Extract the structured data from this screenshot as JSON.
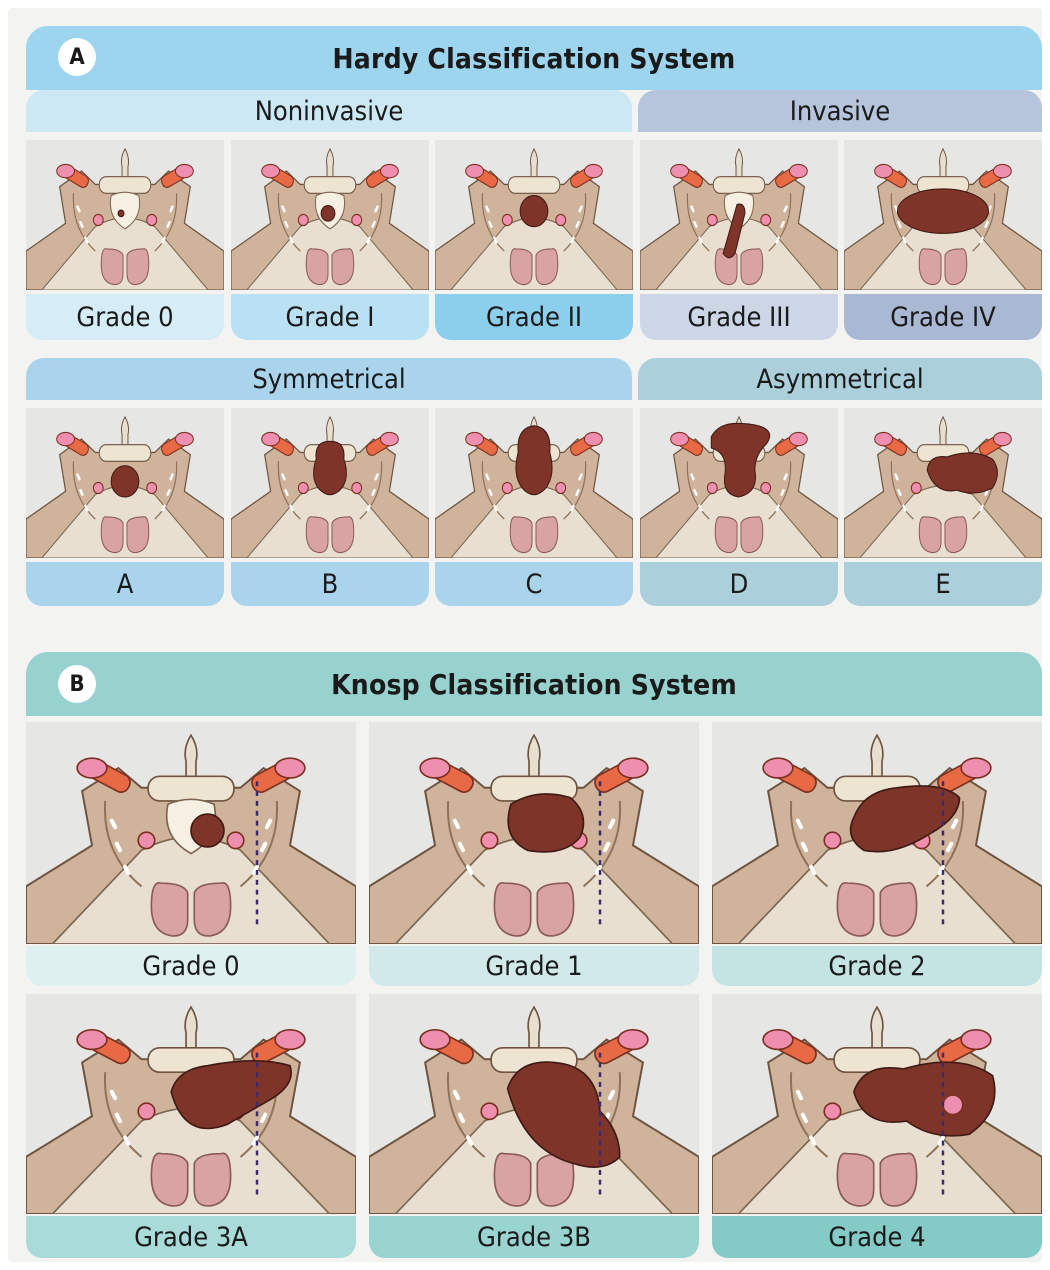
{
  "colors": {
    "hardy_banner": "#9dd4ee",
    "knosp_banner": "#97d2cf",
    "noninvasive": "#cde8f5",
    "invasive": "#b7c5dc",
    "symmetrical": "#aad4ec",
    "asymmetrical": "#abcfdb",
    "tumor": "#7e3428",
    "bone": "#cfb39b",
    "sinus": "#e8dfd0",
    "artery": "#e86a45"
  },
  "hardy": {
    "badge": "A",
    "title": "Hardy Classification System",
    "groups": [
      "Noninvasive",
      "Invasive",
      "Symmetrical",
      "Asymmetrical"
    ],
    "grades": [
      {
        "label": "Grade 0",
        "type": "g0"
      },
      {
        "label": "Grade I",
        "type": "g1"
      },
      {
        "label": "Grade II",
        "type": "g2"
      },
      {
        "label": "Grade III",
        "type": "g3"
      },
      {
        "label": "Grade IV",
        "type": "g4"
      }
    ],
    "stages": [
      {
        "label": "A",
        "type": "sa"
      },
      {
        "label": "B",
        "type": "sb"
      },
      {
        "label": "C",
        "type": "sc"
      },
      {
        "label": "D",
        "type": "sd"
      },
      {
        "label": "E",
        "type": "se"
      }
    ]
  },
  "knosp": {
    "badge": "B",
    "title": "Knosp Classification System",
    "grades": [
      {
        "label": "Grade 0",
        "type": "k0"
      },
      {
        "label": "Grade 1",
        "type": "k1"
      },
      {
        "label": "Grade 2",
        "type": "k2"
      },
      {
        "label": "Grade 3A",
        "type": "k3a"
      },
      {
        "label": "Grade 3B",
        "type": "k3b"
      },
      {
        "label": "Grade 4",
        "type": "k4"
      }
    ]
  }
}
